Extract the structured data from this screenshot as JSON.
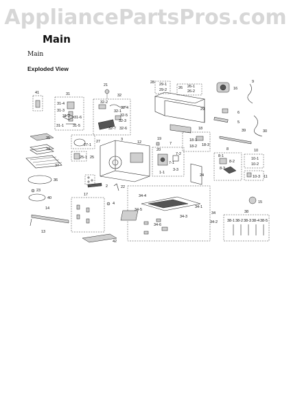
{
  "watermark": "AppliancePartsPros.com",
  "heading": "Main",
  "subheading": "Main",
  "section_label": "Exploded View",
  "part_labels": {
    "p41": "41",
    "p31": "31",
    "p31_4": "31-4",
    "p31_3": "31-3",
    "p31_2": "31-2",
    "p31_1": "31-1",
    "p31_5": "31-5",
    "p31_6": "31-6",
    "p21": "21",
    "p32": "32",
    "p32_2": "32-2",
    "p32_4": "32-4",
    "p32_1": "32-1",
    "p32_5": "32-5",
    "p32_3": "32-3",
    "p32_7": "32-7",
    "p32_6": "32-6",
    "p28": "28",
    "p29_1": "29-1",
    "p29_2": "29-2",
    "p26": "26",
    "p26_1": "26-1",
    "p26_2": "26-2",
    "p29": "29",
    "p16": "16",
    "p9": "9",
    "p6": "6",
    "p5": "5",
    "p30": "30",
    "p35": "35",
    "p33": "33",
    "p37": "37",
    "p27": "27",
    "p27_1": "27-1",
    "p25": "25",
    "p25_1": "25-1",
    "p3": "3",
    "p12": "12",
    "p19": "19",
    "p20": "20",
    "p7": "7",
    "p7_2": "7-2",
    "p7_1": "7-1",
    "p3_3": "3-3",
    "p1_1": "1-1",
    "p18": "18",
    "p18_1": "18-1",
    "p18_2": "18-2",
    "p18_3": "18-3",
    "p39": "39",
    "p8": "8",
    "p8_1": "8-1",
    "p8_2": "8-2",
    "p8_3": "8-3",
    "p10": "10",
    "p10_1": "10-1",
    "p10_2": "10-2",
    "p10_3": "10-3",
    "p11": "11",
    "p24": "24",
    "p36": "36",
    "p23": "23",
    "p40": "40",
    "p14": "14",
    "p13": "13",
    "p17": "17",
    "p2": "2",
    "p22": "22",
    "p4": "4",
    "p42": "42",
    "p34": "34",
    "p34_1": "34-1",
    "p34_2": "34-2",
    "p34_3": "34-3",
    "p34_4": "34-4",
    "p34_5": "34-5",
    "p34_6": "34-6",
    "p15": "15",
    "p38": "38",
    "p38_1": "38-1",
    "p38_2": "38-2",
    "p38_3": "38-3",
    "p38_4": "38-4",
    "p38_5": "38-5"
  }
}
